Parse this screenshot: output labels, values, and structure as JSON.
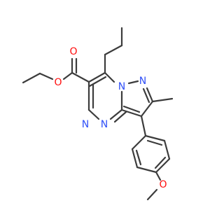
{
  "molecule": {
    "colors": {
      "bond": "#3c3c3c",
      "oxygen": "#ff0d0d",
      "nitrogen": "#3050f8"
    },
    "labels": {
      "ester_o_double": "O",
      "ester_o_single": "O",
      "methoxy_o": "O",
      "n_bridge": "N",
      "n_pyrazole": "N",
      "n_triazine_1": "N",
      "n_triazine_2": "N"
    }
  }
}
